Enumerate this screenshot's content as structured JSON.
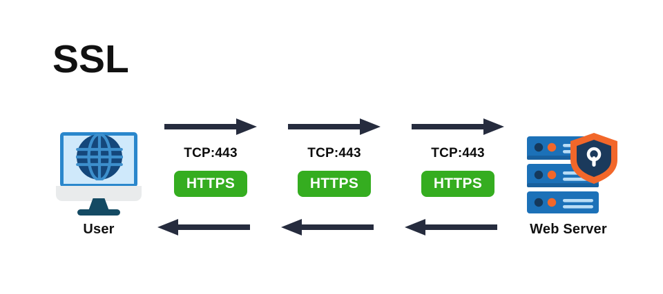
{
  "diagram": {
    "title": "SSL",
    "background_color": "#ffffff",
    "type": "network-protocol-flow"
  },
  "colors": {
    "arrow": "#262c3e",
    "https_badge_bg": "#35ad20",
    "https_badge_text": "#ffffff",
    "monitor_border": "#2a87cc",
    "monitor_screen": "#cfe9fb",
    "monitor_base": "#e9ebec",
    "monitor_stand": "#144a63",
    "globe_body": "#14477b",
    "globe_grid": "#3d8fcc",
    "server_rack": "#1c71b8",
    "server_rack_shadow": "#18609e",
    "server_dot_dark": "#15395c",
    "server_dot_orange": "#f2672a",
    "server_line": "#b9ddf6",
    "shield_outer": "#f2672a",
    "shield_inner": "#1b3a5c",
    "shield_keyhole": "#ffffff",
    "text": "#111111"
  },
  "endpoints": [
    {
      "id": "user",
      "label": "User",
      "icon": "desktop-globe-icon"
    },
    {
      "id": "server",
      "label": "Web Server",
      "icon": "server-rack-shield-icon"
    }
  ],
  "flows": [
    {
      "index": 1,
      "protocol_port": "TCP:443",
      "badge": "HTTPS"
    },
    {
      "index": 2,
      "protocol_port": "TCP:443",
      "badge": "HTTPS"
    },
    {
      "index": 3,
      "protocol_port": "TCP:443",
      "badge": "HTTPS"
    }
  ],
  "arrows": {
    "outbound": [
      {
        "direction": "right",
        "from": "user",
        "to": "server"
      },
      {
        "direction": "right",
        "from": "user",
        "to": "server"
      },
      {
        "direction": "right",
        "from": "user",
        "to": "server"
      }
    ],
    "inbound": [
      {
        "direction": "left",
        "from": "server",
        "to": "user"
      },
      {
        "direction": "left",
        "from": "server",
        "to": "user"
      },
      {
        "direction": "left",
        "from": "server",
        "to": "user"
      }
    ]
  }
}
